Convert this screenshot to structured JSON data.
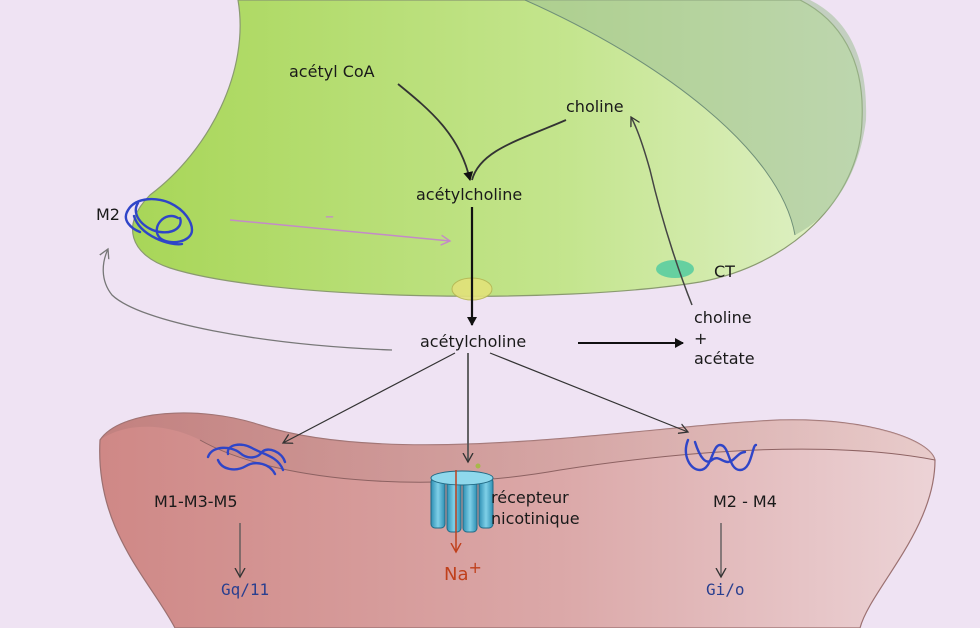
{
  "labels": {
    "acetyl_coa": "acétyl CoA",
    "choline_top": "choline",
    "acetylcholine_inside": "acétylcholine",
    "m2_auto": "M2",
    "minus_sign": "–",
    "ct": "CT",
    "acetylcholine_cleft": "acétylcholine",
    "choline_product": "choline",
    "plus_sign": "+",
    "acetate_product": "acétate",
    "m1_m3_m5": "M1-M3-M5",
    "nicotinic_line1": "récepteur",
    "nicotinic_line2": "nicotinique",
    "m2_m4": "M2 - M4",
    "gq11": "Gq/11",
    "na": "Na",
    "na_charge": "+",
    "gio": "Gi/o"
  },
  "colors": {
    "background": "#efe3f3",
    "presynaptic": "#b6dd72",
    "postsynaptic": "#d79a98",
    "receptor_blue": "#2f45c8",
    "channel_cyan": "#4fb6d6",
    "transporter": "#66d0a0",
    "vesicle": "#e2e27a",
    "inhibition_arrow": "#c48ac8",
    "sodium": "#c0401c",
    "g_protein_text": "#2a3f8f"
  }
}
